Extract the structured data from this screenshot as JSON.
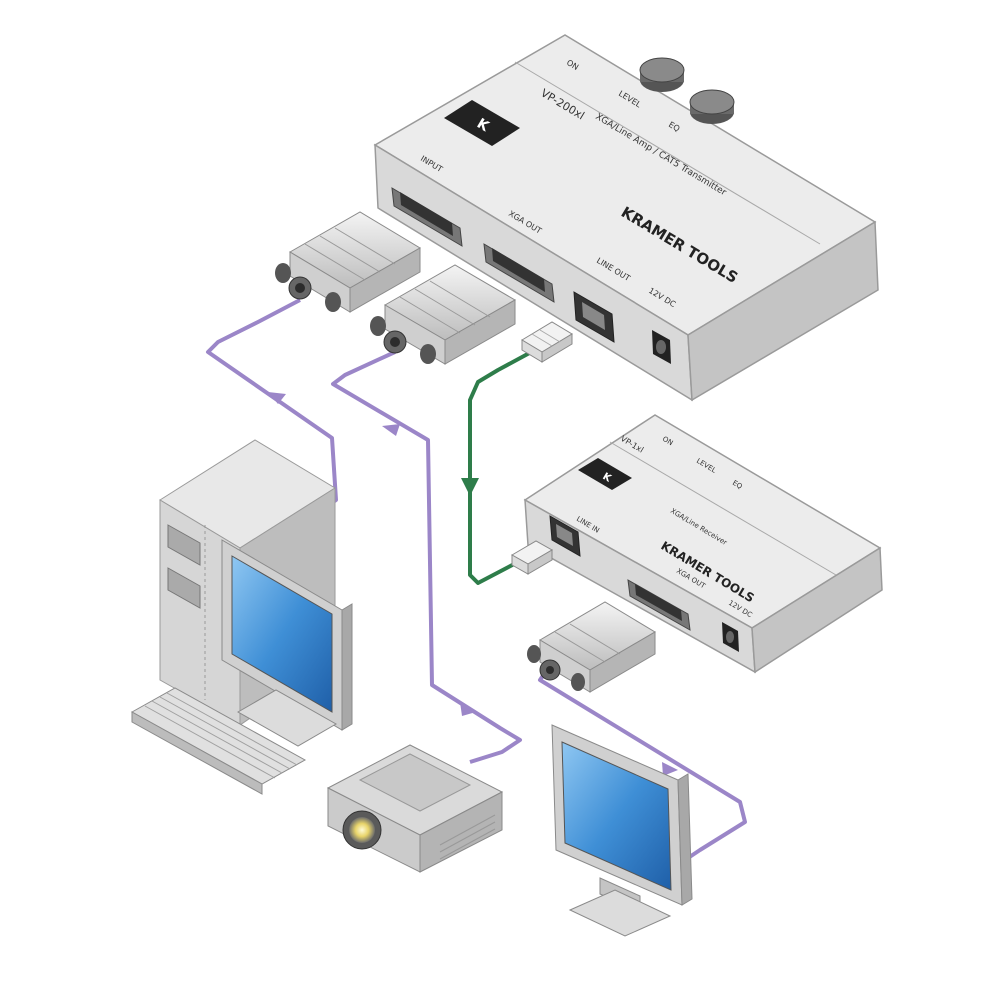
{
  "transmitter": {
    "model": "VP-200xl",
    "description": "XGA/Line Amp / CAT5 Transmitter",
    "brand": "KRAMER TOOLS",
    "ports": {
      "input": "INPUT",
      "xga_out": "XGA OUT",
      "line_out": "LINE OUT",
      "power": "12V DC",
      "on": "ON",
      "level": "LEVEL",
      "eq": "EQ"
    }
  },
  "receiver": {
    "model": "VP-1xl",
    "description": "XGA/Line Receiver",
    "brand": "KRAMER TOOLS",
    "ports": {
      "line_in": "LINE IN",
      "xga_out": "XGA OUT",
      "power": "12V DC",
      "on": "ON",
      "level": "LEVEL",
      "eq": "EQ"
    }
  },
  "colors": {
    "vga_cable": "#9b86c8",
    "cat5_cable": "#2e7d4a",
    "device_body": "#e6e6e6",
    "device_side": "#c4c4c4",
    "screen": "#3f8fd6"
  }
}
